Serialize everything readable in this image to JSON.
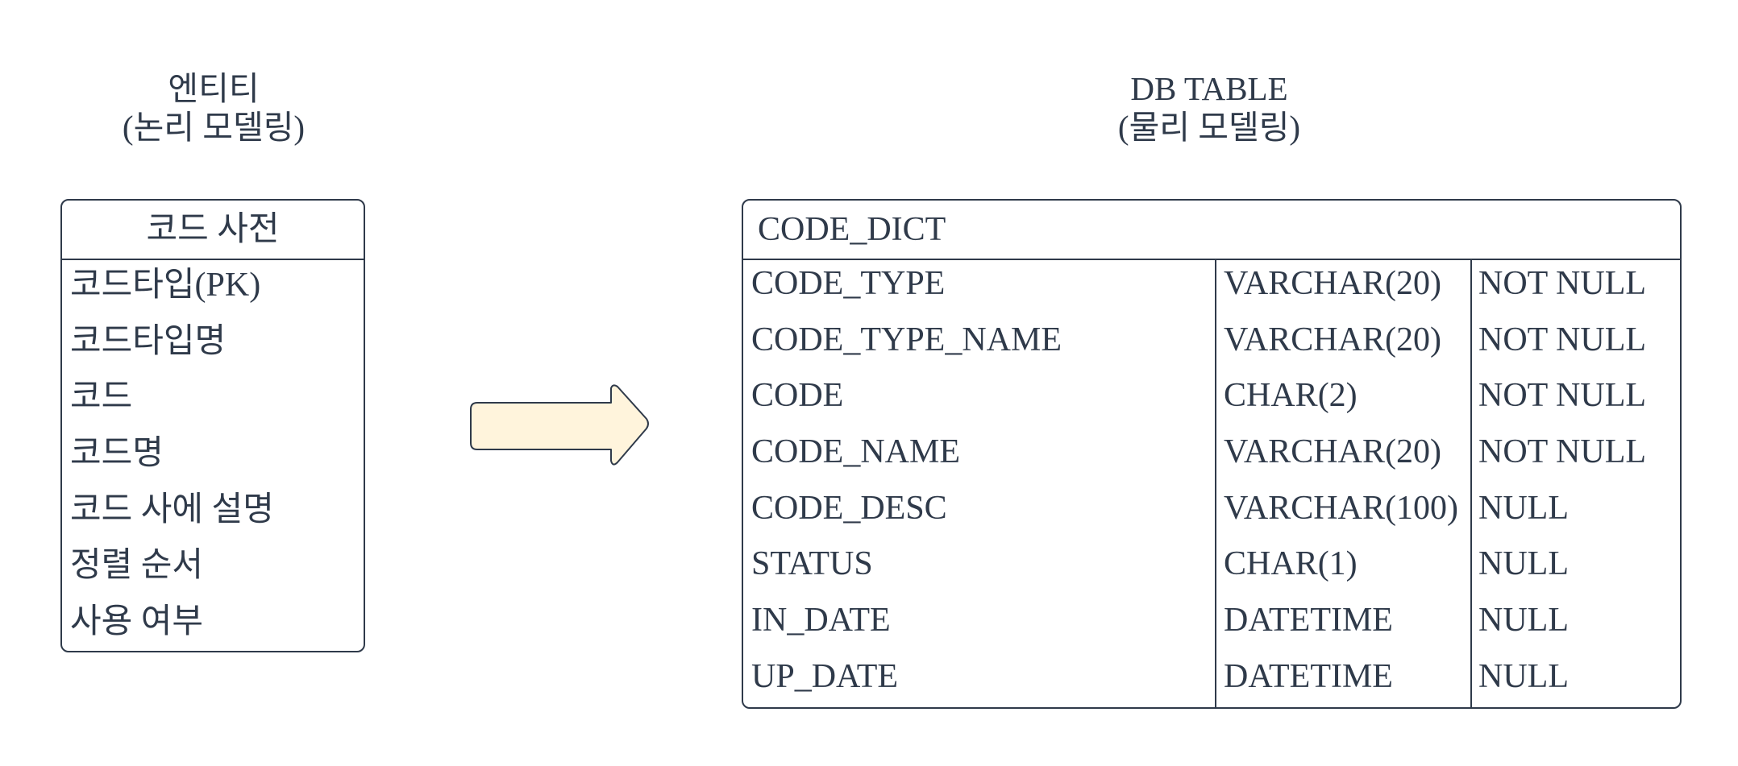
{
  "headings": {
    "entity": {
      "line1": "엔티티",
      "line2": "(논리 모델링)"
    },
    "table": {
      "line1": "DB TABLE",
      "line2": "(물리 모델링)"
    }
  },
  "entity": {
    "title": "코드 사전",
    "attributes": [
      "코드타입(PK)",
      "코드타입명",
      "코드",
      "코드명",
      "코드 사에 설명",
      "정렬 순서",
      "사용 여부"
    ]
  },
  "table": {
    "name": "CODE_DICT",
    "columns": [
      {
        "name": "CODE_TYPE",
        "type": "VARCHAR(20)",
        "nullable": "NOT NULL"
      },
      {
        "name": "CODE_TYPE_NAME",
        "type": "VARCHAR(20)",
        "nullable": "NOT NULL"
      },
      {
        "name": "CODE",
        "type": "CHAR(2)",
        "nullable": "NOT NULL"
      },
      {
        "name": "CODE_NAME",
        "type": "VARCHAR(20)",
        "nullable": "NOT NULL"
      },
      {
        "name": "CODE_DESC",
        "type": "VARCHAR(100)",
        "nullable": "NULL"
      },
      {
        "name": "STATUS",
        "type": "CHAR(1)",
        "nullable": "NULL"
      },
      {
        "name": "IN_DATE",
        "type": "DATETIME",
        "nullable": "NULL"
      },
      {
        "name": "UP_DATE",
        "type": "DATETIME",
        "nullable": "NULL"
      }
    ]
  },
  "arrow": {
    "icon": "right-arrow-icon",
    "fill": "#fff4dc",
    "stroke": "#2f3a4a"
  }
}
